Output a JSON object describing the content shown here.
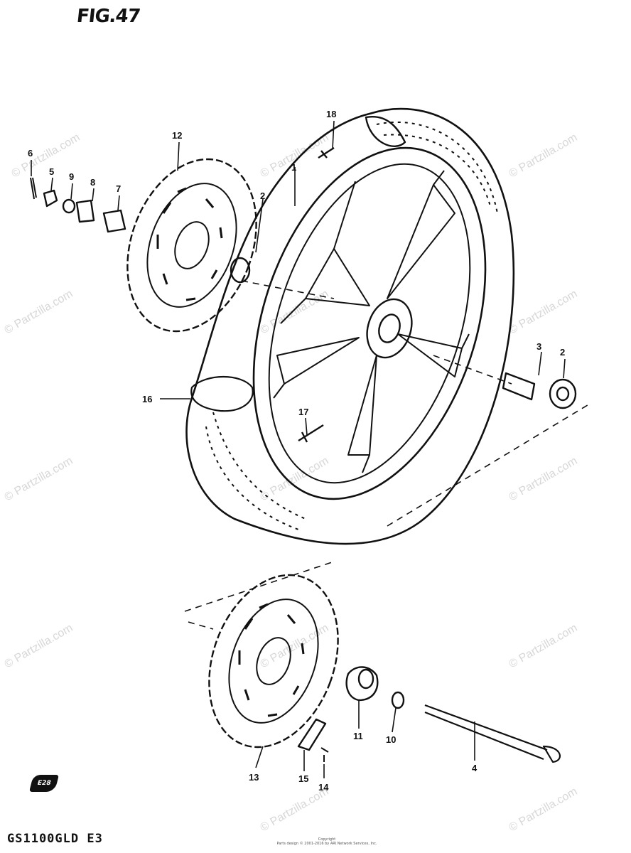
{
  "figure": {
    "title": "FIG.47",
    "model": "GS1100GLD  E3",
    "badge_text": "E28"
  },
  "copyright": {
    "line1": "Copyright",
    "line2": "Parts design © 2001-2016 by ARI Network Services, Inc."
  },
  "watermark": {
    "text": "© Partzilla.com"
  },
  "callouts": [
    "1",
    "2",
    "2",
    "3",
    "4",
    "5",
    "6",
    "7",
    "8",
    "9",
    "10",
    "11",
    "12",
    "13",
    "14",
    "15",
    "16",
    "17",
    "18"
  ],
  "colors": {
    "ink": "#111111",
    "watermark": "#d7d7d7",
    "background": "#ffffff"
  }
}
